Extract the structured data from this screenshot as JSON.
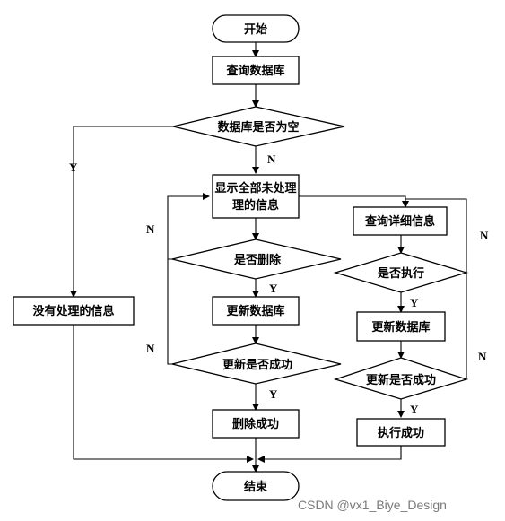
{
  "nodes": {
    "start": "开始",
    "query_db": "查询数据库",
    "db_empty_check": "数据库是否为空",
    "show_unprocessed_line1": "显示全部未处理",
    "show_unprocessed_line2": "理的信息",
    "no_unprocessed": "没有处理的信息",
    "delete_check": "是否删除",
    "update_db_left": "更新数据库",
    "update_success_check_left": "更新是否成功",
    "delete_success": "删除成功",
    "query_detail": "查询详细信息",
    "execute_check": "是否执行",
    "update_db_right": "更新数据库",
    "update_success_check_right": "更新是否成功",
    "execute_success": "执行成功",
    "end": "结束"
  },
  "labels": {
    "db_empty_yes": "Y",
    "db_empty_no": "N",
    "delete_yes": "Y",
    "delete_no": "N",
    "update_left_yes": "Y",
    "update_left_no": "N",
    "execute_yes": "Y",
    "execute_no": "N",
    "update_right_yes": "Y",
    "update_right_no": "N"
  },
  "watermark": "CSDN @vx1_Biye_Design"
}
